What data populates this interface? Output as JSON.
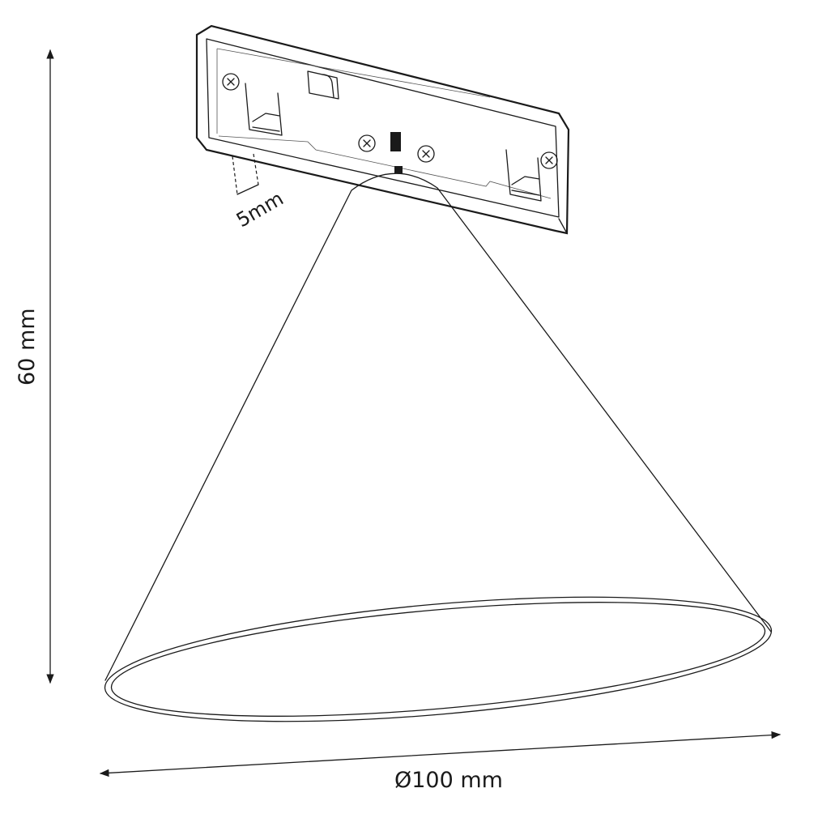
{
  "dimensions": {
    "height_label": "60 mm",
    "offset_label": "5mm",
    "diameter_label": "Ø100 mm"
  },
  "colors": {
    "line": "#1a1a1a",
    "background": "#ffffff"
  }
}
